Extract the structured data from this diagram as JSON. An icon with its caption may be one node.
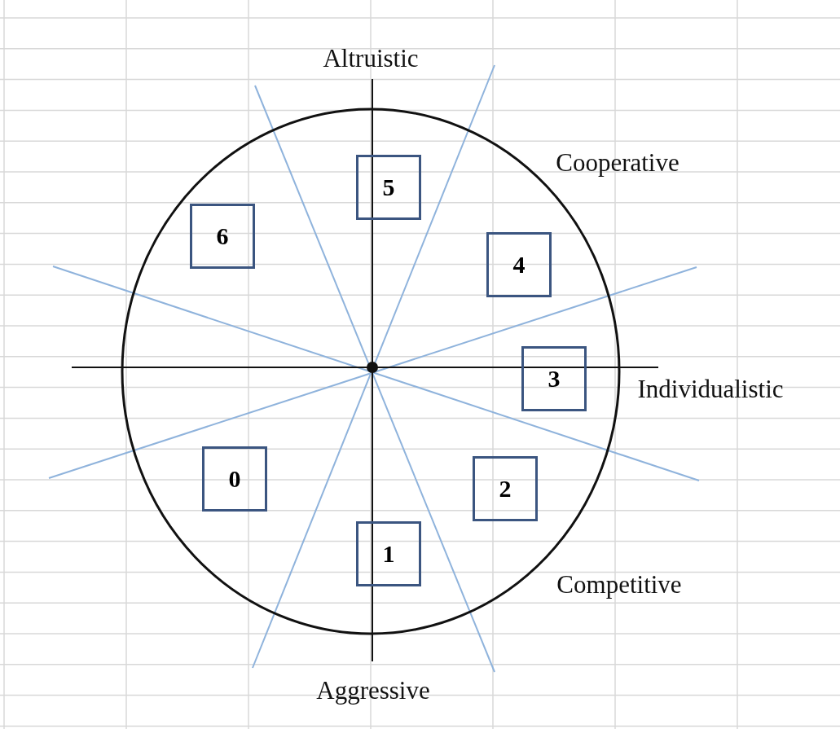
{
  "diagram": {
    "nodes": [
      {
        "text": [
          "5"
        ]
      },
      {
        "text": [
          "6"
        ]
      },
      {
        "text": [
          "4"
        ]
      },
      {
        "text": [
          "3"
        ]
      },
      {
        "text": [
          "0"
        ]
      },
      {
        "text": [
          "2"
        ]
      },
      {
        "text": [
          "1"
        ]
      }
    ],
    "edges": [],
    "labels": [
      "Altruistic",
      "Cooperative",
      "Individualistic",
      "Competitive",
      "Aggressive"
    ]
  }
}
